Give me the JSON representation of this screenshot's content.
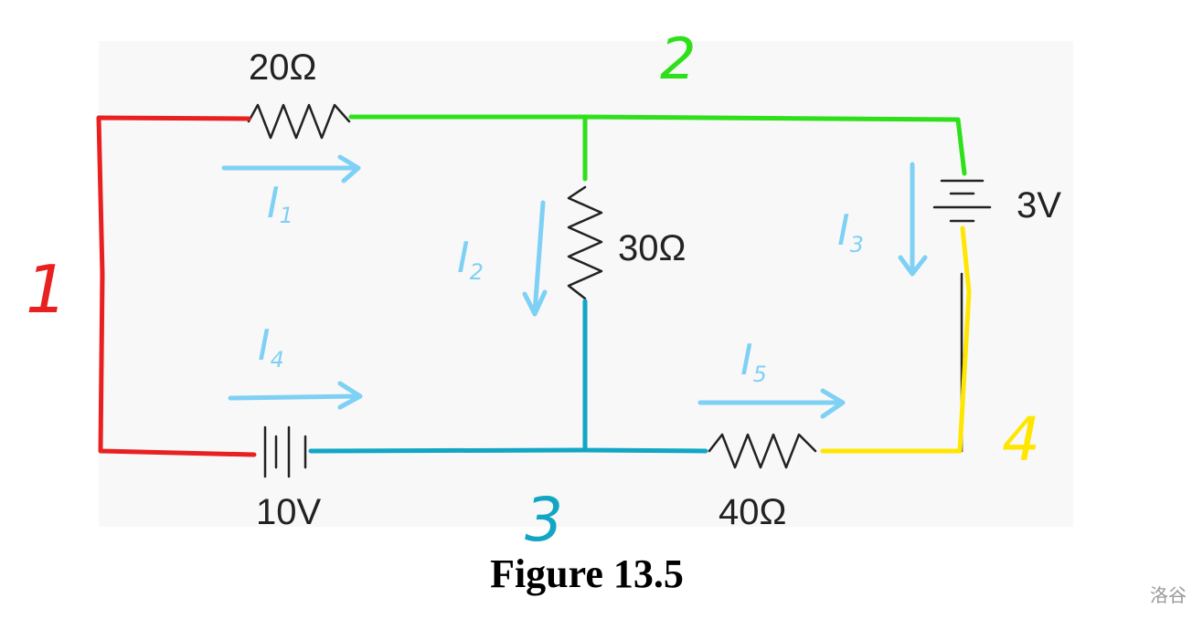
{
  "caption": "Figure 13.5",
  "watermark": "洛谷",
  "components": {
    "r1": "20Ω",
    "r2": "30Ω",
    "r3": "40Ω",
    "v1": "10V",
    "v2": "3V"
  },
  "nodes": [
    {
      "label": "1",
      "color": "#e82020"
    },
    {
      "label": "2",
      "color": "#2ee01a"
    },
    {
      "label": "3",
      "color": "#12a6c4"
    },
    {
      "label": "4",
      "color": "#ffe600"
    }
  ],
  "currents": [
    {
      "main": "I",
      "sub": "1",
      "direction": "right"
    },
    {
      "main": "I",
      "sub": "2",
      "direction": "down"
    },
    {
      "main": "I",
      "sub": "3",
      "direction": "down"
    },
    {
      "main": "I",
      "sub": "4",
      "direction": "right"
    },
    {
      "main": "I",
      "sub": "5",
      "direction": "right"
    }
  ],
  "colors": {
    "wire": "#222222",
    "current": "#7fd0f5",
    "panel": "#f8f8f8"
  }
}
